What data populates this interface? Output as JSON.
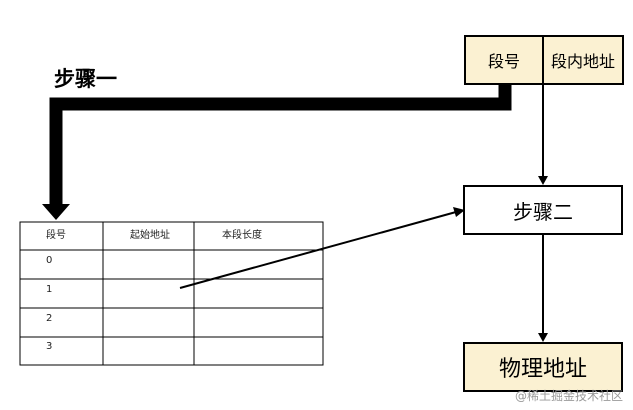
{
  "address_format": {
    "segment_number_label": "段号",
    "segment_offset_label": "段内地址"
  },
  "steps": {
    "step1_label": "步骤一",
    "step2_label": "步骤二"
  },
  "physical_address_label": "物理地址",
  "segment_table": {
    "headers": [
      "段号",
      "起始地址",
      "本段长度"
    ],
    "rows": [
      {
        "segment": "0",
        "start": "",
        "length": ""
      },
      {
        "segment": "1",
        "start": "",
        "length": ""
      },
      {
        "segment": "2",
        "start": "",
        "length": ""
      },
      {
        "segment": "3",
        "start": "",
        "length": ""
      }
    ]
  },
  "watermark": "@稀土掘金技术社区",
  "colors": {
    "box_fill": "#fbf1d2",
    "line": "#000000"
  }
}
